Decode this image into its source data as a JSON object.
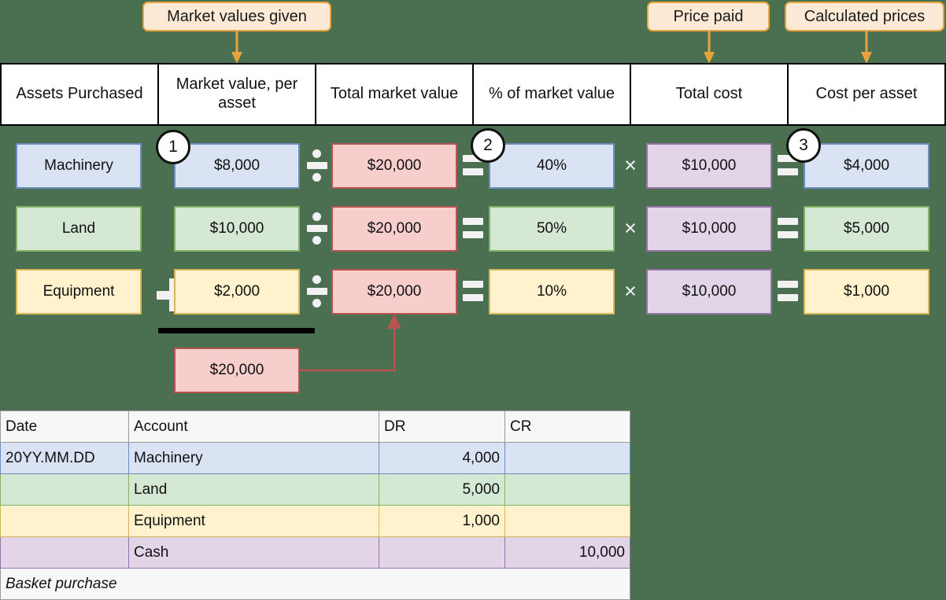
{
  "background_color": "#4a7051",
  "callouts": [
    {
      "id": "market-values-given",
      "label": "Market values given"
    },
    {
      "id": "price-paid",
      "label": "Price paid"
    },
    {
      "id": "calculated-prices",
      "label": "Calculated prices"
    }
  ],
  "table_headers": [
    "Assets Purchased",
    "Market value, per asset",
    "Total market value",
    "% of market value",
    "Total cost",
    "Cost per asset"
  ],
  "step_badges": [
    "1",
    "2",
    "3"
  ],
  "operators": {
    "divide": "÷",
    "equals": "=",
    "times": "×",
    "plus": "+"
  },
  "rows": [
    {
      "asset": "Machinery",
      "market_value_per_asset": "$8,000",
      "total_market_value": "$20,000",
      "percent_of_market_value": "40%",
      "total_cost": "$10,000",
      "cost_per_asset": "$4,000",
      "color": "blue"
    },
    {
      "asset": "Land",
      "market_value_per_asset": "$10,000",
      "total_market_value": "$20,000",
      "percent_of_market_value": "50%",
      "total_cost": "$10,000",
      "cost_per_asset": "$5,000",
      "color": "green"
    },
    {
      "asset": "Equipment",
      "market_value_per_asset": "$2,000",
      "total_market_value": "$20,000",
      "percent_of_market_value": "10%",
      "total_cost": "$10,000",
      "cost_per_asset": "$1,000",
      "color": "yellow"
    }
  ],
  "sum_total": "$20,000",
  "journal": {
    "columns": [
      "Date",
      "Account",
      "DR",
      "CR"
    ],
    "rows": [
      {
        "date": "20YY.MM.DD",
        "account": "Machinery",
        "dr": "4,000",
        "cr": "",
        "color": "blue",
        "indent": false
      },
      {
        "date": "",
        "account": "Land",
        "dr": "5,000",
        "cr": "",
        "color": "green",
        "indent": false
      },
      {
        "date": "",
        "account": "Equipment",
        "dr": "1,000",
        "cr": "",
        "color": "yellow",
        "indent": false
      },
      {
        "date": "",
        "account": "Cash",
        "dr": "",
        "cr": "10,000",
        "color": "purple",
        "indent": true
      }
    ],
    "memo": "Basket purchase"
  },
  "colors": {
    "blue_fill": "#dae3f3",
    "blue_border": "#6c8ebf",
    "green_fill": "#d5e8d4",
    "green_border": "#82b366",
    "yellow_fill": "#fff2cc",
    "yellow_border": "#d6b656",
    "red_fill": "#f8cecc",
    "red_border": "#b85450",
    "purple_fill": "#e1d5e7",
    "purple_border": "#9673a6",
    "callout_fill": "#fce9d6",
    "callout_border": "#e8a33d",
    "arrow_orange": "#e8a33d"
  }
}
